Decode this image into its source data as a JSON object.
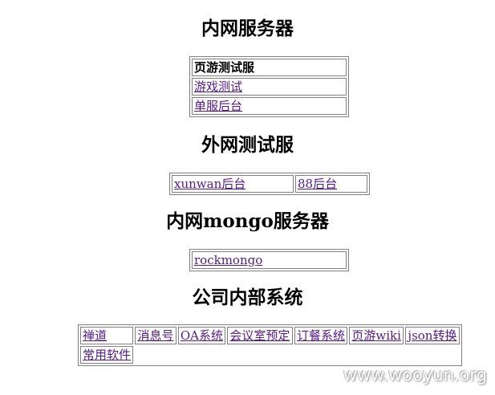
{
  "sections": [
    {
      "title": "内网服务器",
      "rows": [
        "页游测试服",
        "游戏测试",
        "单服后台"
      ]
    },
    {
      "title": "外网测试服",
      "links": [
        "xunwan后台",
        "88后台"
      ]
    },
    {
      "title": "内网mongo服务器",
      "links": [
        "rockmongo"
      ]
    },
    {
      "title": "公司内部系统",
      "row1": [
        "禅道",
        "消息号",
        "OA系统",
        "会议室预定",
        "订餐系统",
        "页游wiki",
        "json转换"
      ],
      "row2": [
        "常用软件"
      ]
    }
  ],
  "watermark": "www.wooyun.org",
  "colors": {
    "link": "#551a8b",
    "border": "#808080"
  }
}
